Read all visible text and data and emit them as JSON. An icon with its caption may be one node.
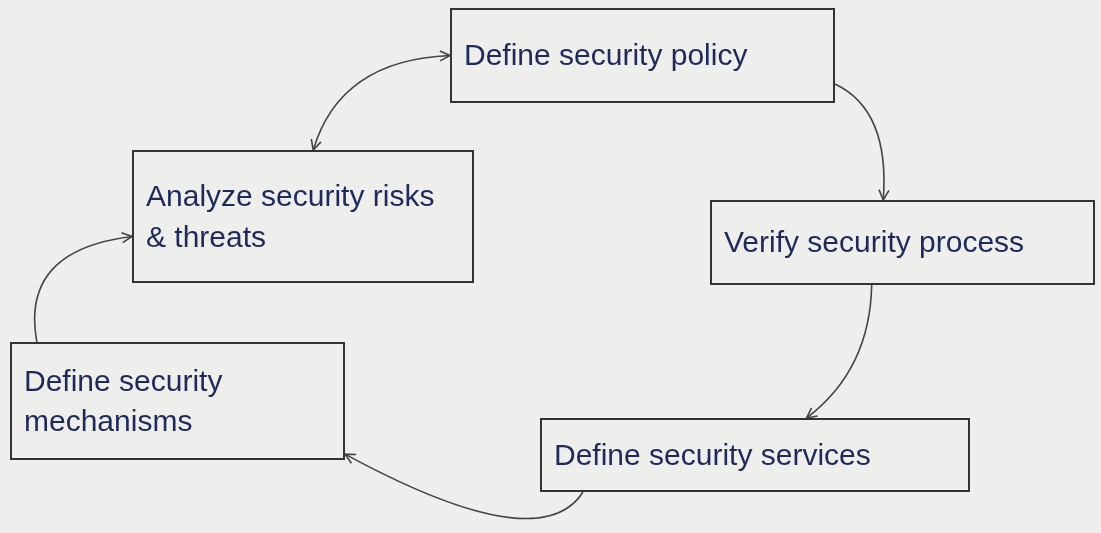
{
  "diagram": {
    "nodes": [
      {
        "text": [
          "Define security policy"
        ]
      },
      {
        "text": [
          "Analyze security risks & threats"
        ]
      },
      {
        "text": [
          "Verify security process"
        ]
      },
      {
        "text": [
          "Define security mechanisms"
        ]
      },
      {
        "text": [
          "Define security services"
        ]
      }
    ],
    "edges": [
      {
        "from": 1,
        "to": 0,
        "arrow": "both"
      },
      {
        "from": 0,
        "to": 2,
        "arrow": "to"
      },
      {
        "from": 2,
        "to": 4,
        "arrow": "to"
      },
      {
        "from": 4,
        "to": 3,
        "arrow": "to"
      },
      {
        "from": 3,
        "to": 1,
        "arrow": "to"
      }
    ]
  }
}
